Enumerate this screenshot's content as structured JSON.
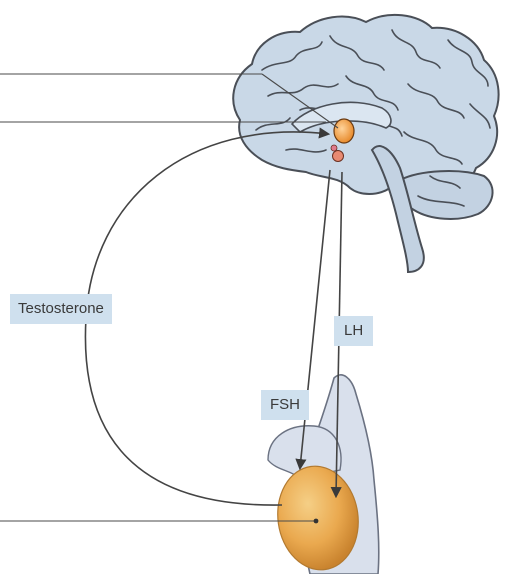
{
  "labels": {
    "testosterone": "Testosterone",
    "lh": "LH",
    "fsh": "FSH"
  },
  "colors": {
    "brain_fill": "#c9d8e7",
    "brain_outline": "#4a4f57",
    "pituitary": "#f2a85a",
    "pituitary_small": "#e58a7b",
    "testis_fill": "#e8a64e",
    "scrotum_fill": "#d9e0ec",
    "arrow": "#4a4a4a",
    "label_bg": "#cfe0ee"
  }
}
